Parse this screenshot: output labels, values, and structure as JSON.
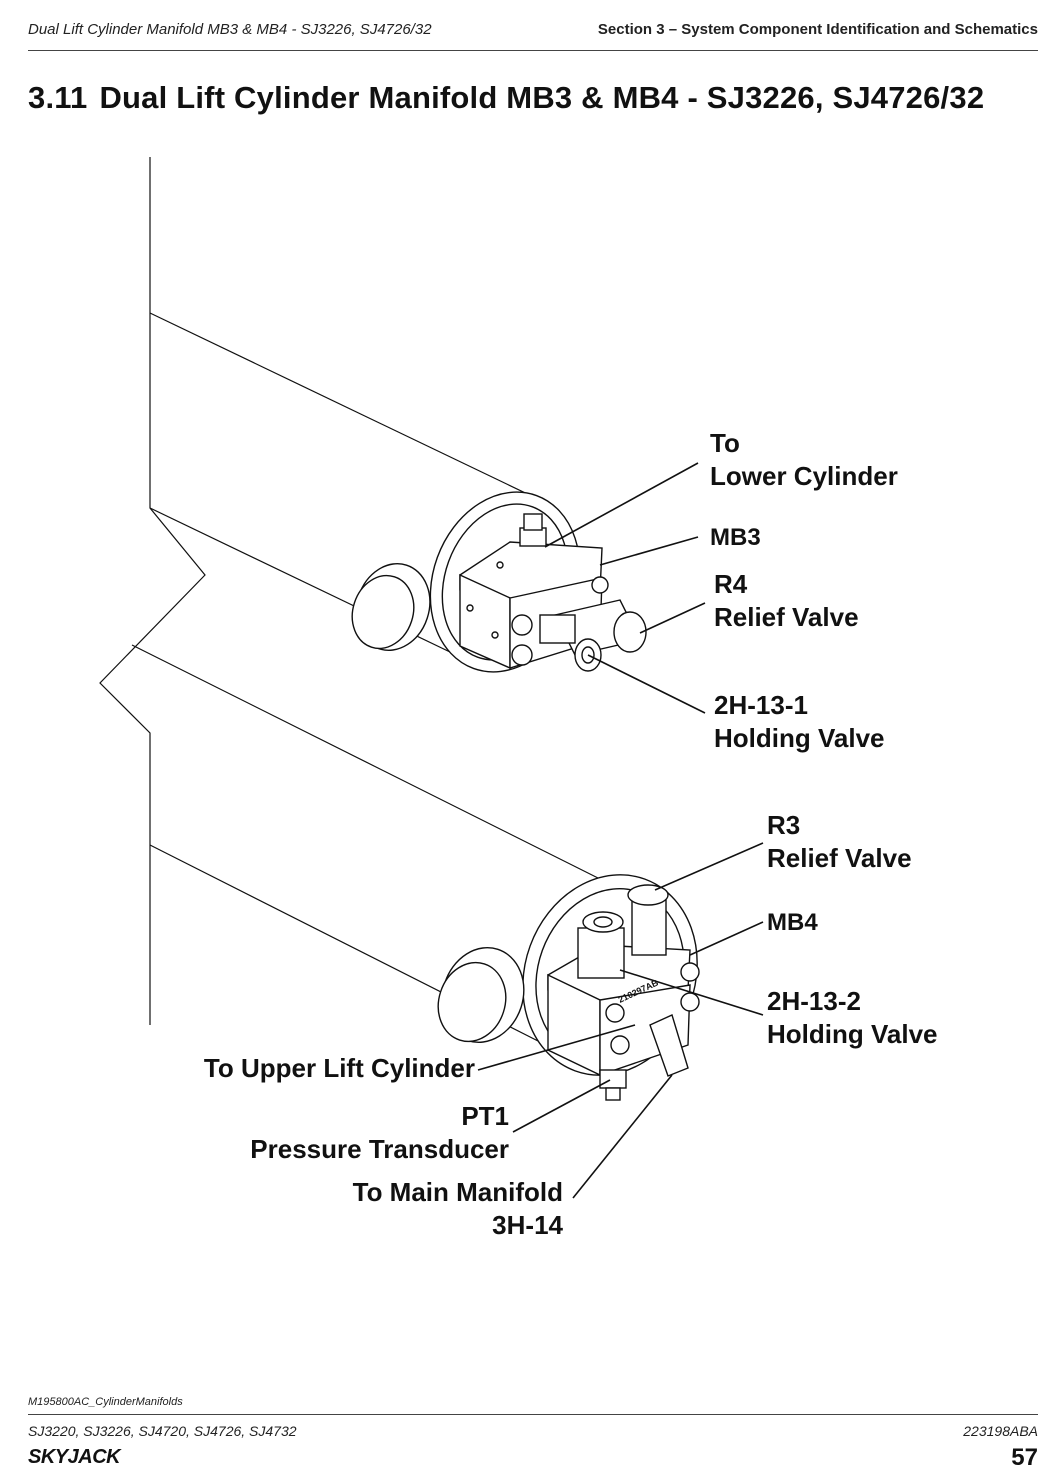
{
  "header": {
    "left": "Dual Lift Cylinder Manifold MB3 & MB4 - SJ3226, SJ4726/32",
    "right": "Section 3 – System Component Identification and Schematics"
  },
  "section": {
    "number": "3.11",
    "title": "Dual Lift Cylinder Manifold MB3 & MB4 - SJ3226, SJ4726/32"
  },
  "figure": {
    "callouts": {
      "to_lower_cylinder": [
        "To",
        "Lower Cylinder"
      ],
      "mb3": [
        "MB3"
      ],
      "r4": [
        "R4",
        "Relief Valve"
      ],
      "h13_1": [
        "2H-13-1",
        "Holding Valve"
      ],
      "r3": [
        "R3",
        "Relief Valve"
      ],
      "mb4": [
        "MB4"
      ],
      "h13_2": [
        "2H-13-2",
        "Holding Valve"
      ],
      "to_upper": [
        "To Upper Lift Cylinder"
      ],
      "pt1": [
        "PT1",
        "Pressure Transducer"
      ],
      "to_main": [
        "To Main Manifold",
        "3H-14"
      ]
    },
    "block_marking": "210297AB",
    "id": "M195800AC_CylinderManifolds"
  },
  "footer": {
    "models": "SJ3220, SJ3226, SJ4720, SJ4726, SJ4732",
    "doc_number": "223198ABA",
    "brand": "SKYJACK",
    "page": "57"
  }
}
